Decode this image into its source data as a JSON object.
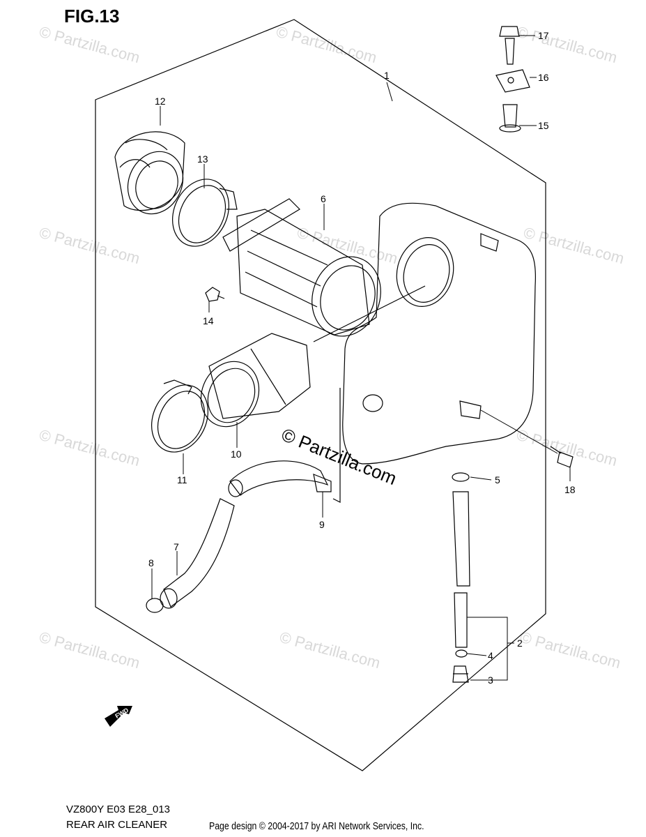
{
  "figure": {
    "title": "FIG.13"
  },
  "footer": {
    "model_code": "VZ800Y E03 E28_013",
    "section_name": "REAR AIR CLEANER",
    "credit": "Page design © 2004-2017 by ARI Network Services, Inc."
  },
  "watermarks": {
    "repeated": "© Partzilla.com",
    "center": "© Partzilla.com"
  },
  "direction_marker": {
    "label": "FWD"
  },
  "callouts": {
    "c1": "1",
    "c2": "2",
    "c3": "3",
    "c4": "4",
    "c5": "5",
    "c6": "6",
    "c7": "7",
    "c8": "8",
    "c9": "9",
    "c10": "10",
    "c11": "11",
    "c12": "12",
    "c13": "13",
    "c14": "14",
    "c15": "15",
    "c16": "16",
    "c17": "17",
    "c18": "18"
  }
}
